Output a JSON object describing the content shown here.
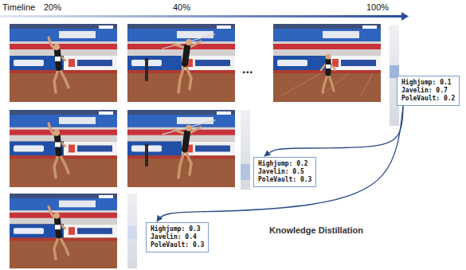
{
  "diagram": {
    "nodes": [
      {
        "text": [
          "Highjump: 0.1",
          "Javelin: 0.7",
          "PoleVault: 0.2"
        ]
      },
      {
        "text": [
          "Highjump: 0.2",
          "Javelin: 0.5",
          "PoleVault: 0.3"
        ]
      },
      {
        "text": [
          "Highjump: 0.3",
          "Javelin: 0.4",
          "PoleVault: 0.3"
        ]
      }
    ],
    "edges": [
      {
        "from": 0,
        "to": 1,
        "arrow": "to"
      },
      {
        "from": 0,
        "to": 2,
        "arrow": "to"
      }
    ],
    "labels": [
      "Timeline",
      "20%",
      "40%",
      "100%",
      "...",
      "Knowledge Distillation"
    ]
  }
}
